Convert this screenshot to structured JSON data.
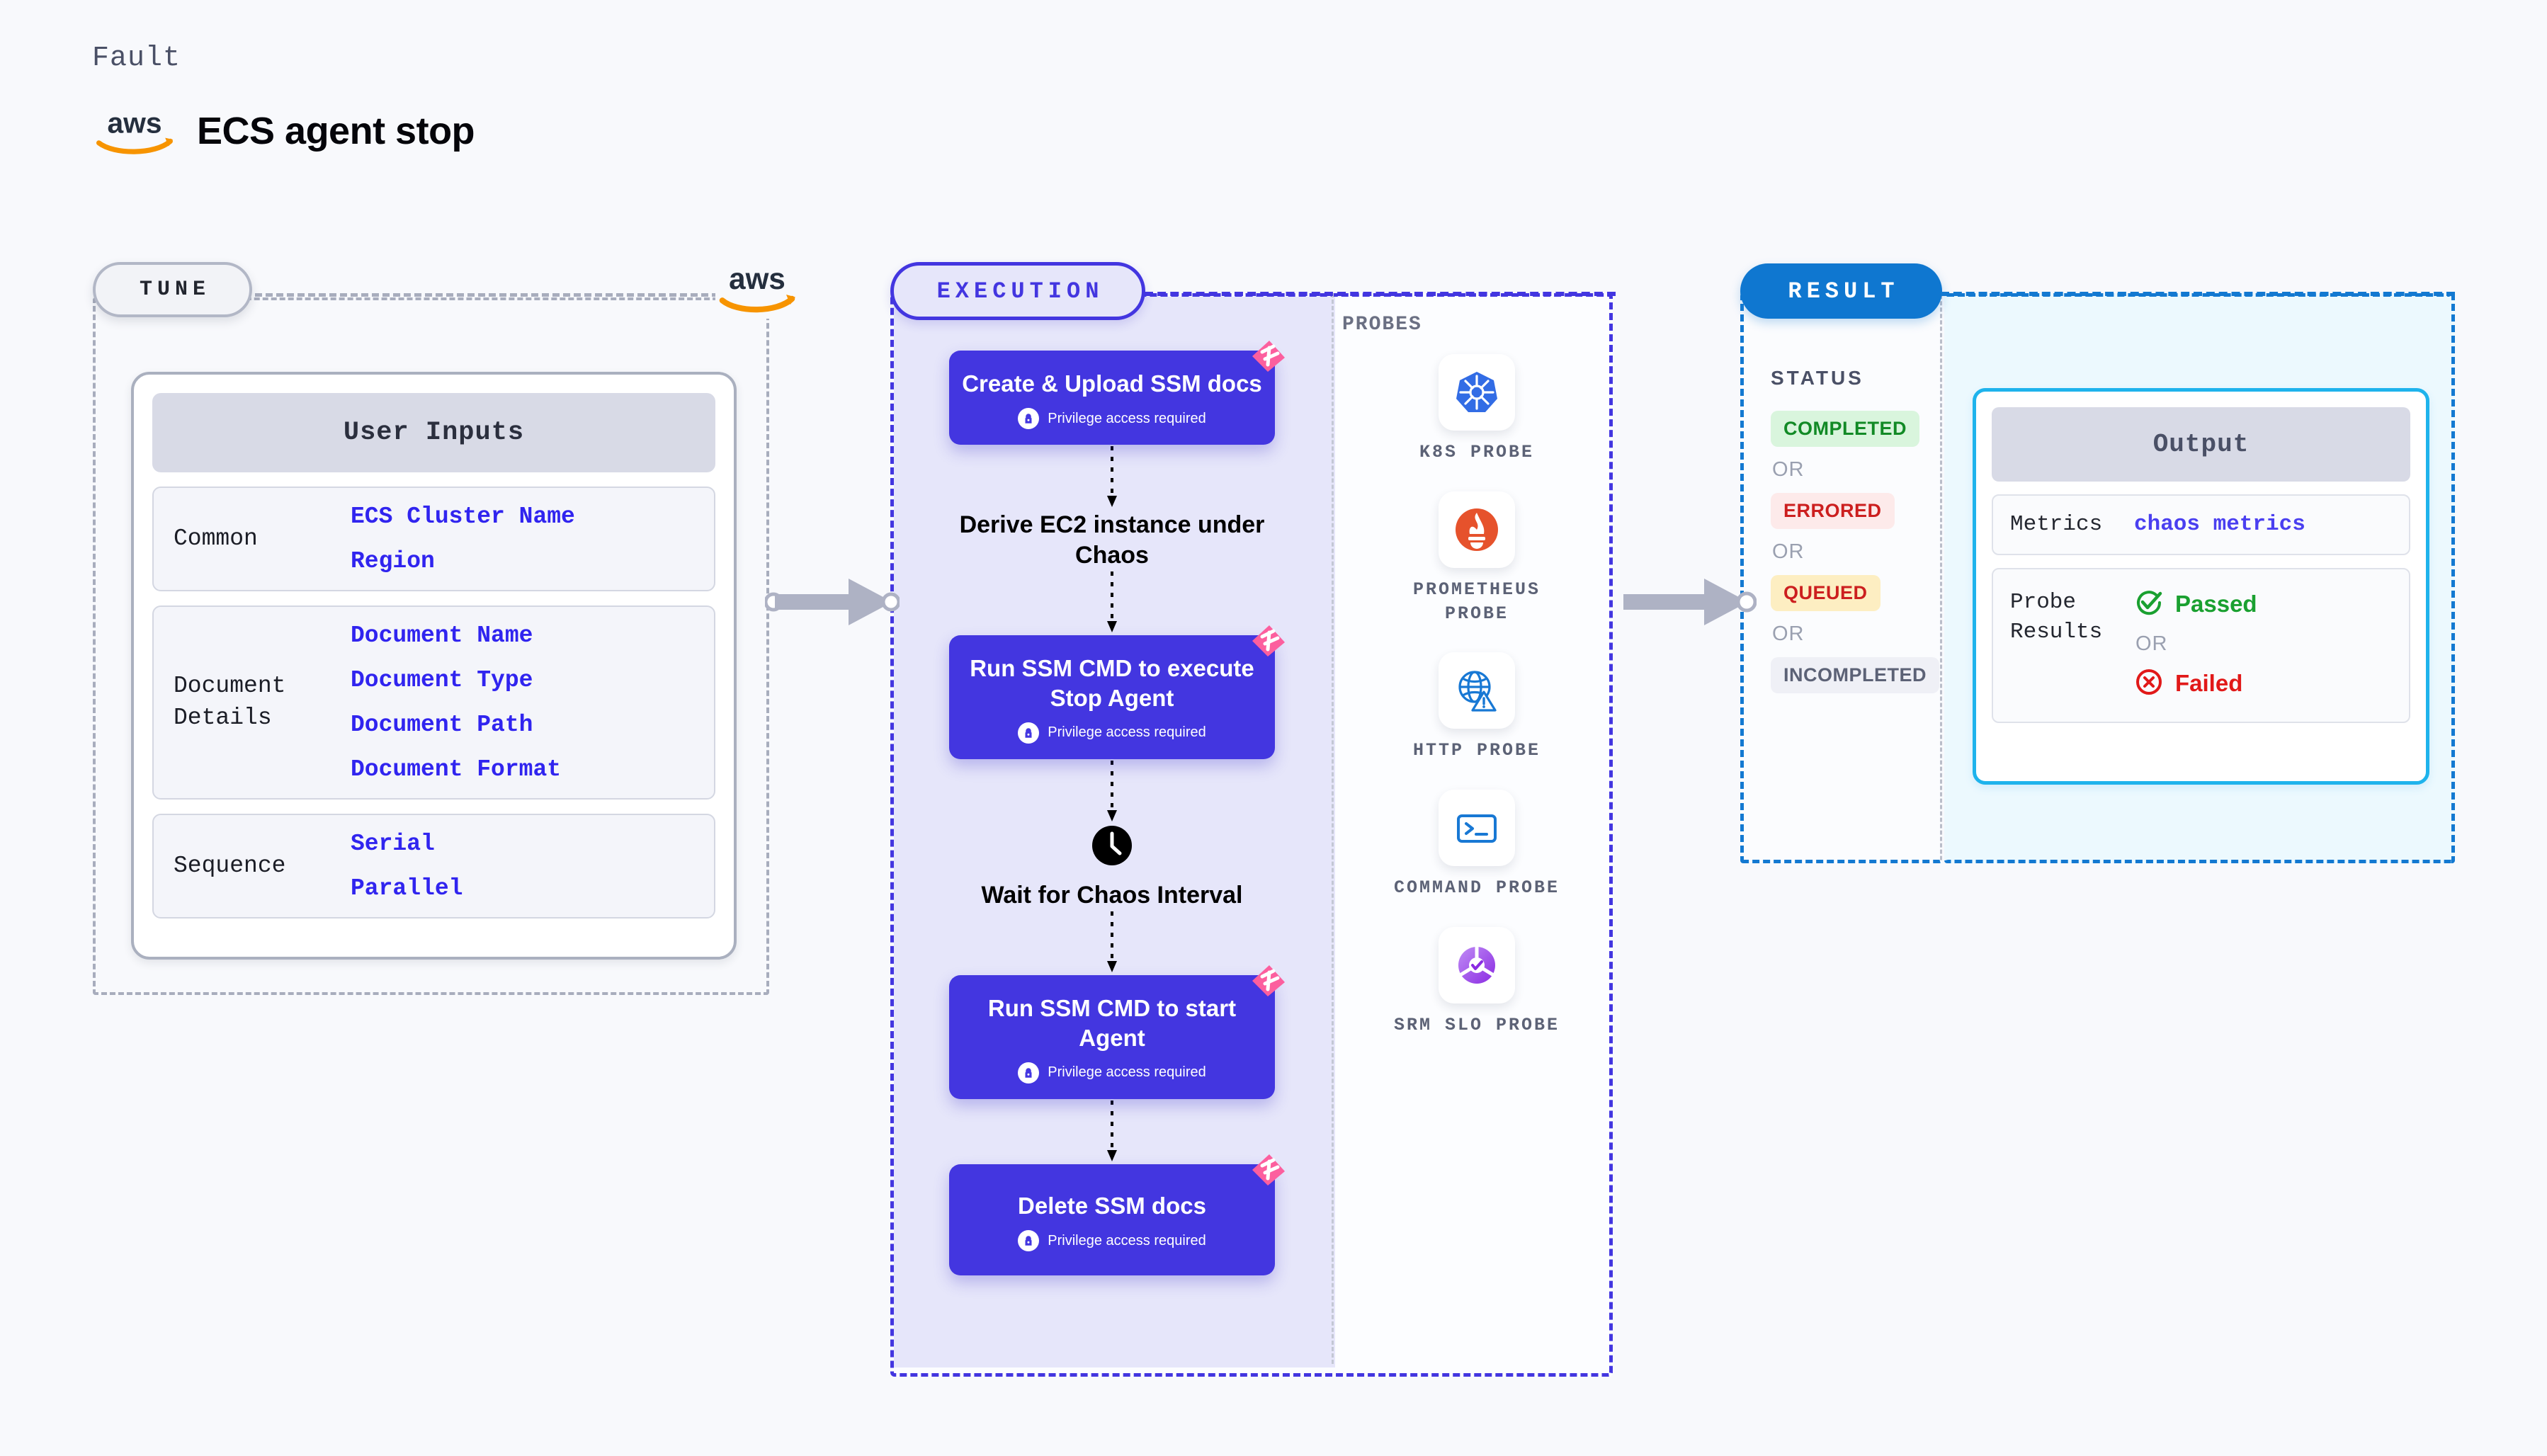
{
  "header": {
    "fault_label": "Fault",
    "title": "ECS agent stop",
    "aws_logo": "aws-logo"
  },
  "tune": {
    "pill_label": "TUNE",
    "aws_logo": "aws-logo",
    "card_title": "User Inputs",
    "groups": [
      {
        "label": "Common",
        "values": [
          "ECS Cluster Name",
          "Region"
        ]
      },
      {
        "label": "Document Details",
        "values": [
          "Document Name",
          "Document Type",
          "Document Path",
          "Document Format"
        ]
      },
      {
        "label": "Sequence",
        "values": [
          "Serial",
          "Parallel"
        ]
      }
    ]
  },
  "execution": {
    "pill_label": "EXECUTION",
    "privilege_text": "Privilege access required",
    "steps": [
      {
        "type": "node",
        "title": "Create & Upload SSM docs",
        "privileged": true,
        "badge": "litmus-badge-icon"
      },
      {
        "type": "plain",
        "title": "Derive EC2 instance under Chaos",
        "icon": null
      },
      {
        "type": "node",
        "title": "Run SSM CMD to execute Stop Agent",
        "privileged": true,
        "badge": "litmus-badge-icon"
      },
      {
        "type": "plain",
        "title": "Wait for Chaos Interval",
        "icon": "clock-icon"
      },
      {
        "type": "node",
        "title": "Run SSM CMD to start Agent",
        "privileged": true,
        "badge": "litmus-badge-icon"
      },
      {
        "type": "node",
        "title": "Delete SSM docs",
        "privileged": true,
        "badge": "litmus-badge-icon"
      }
    ]
  },
  "probes": {
    "section_label": "PROBES",
    "items": [
      {
        "label": "K8S PROBE",
        "icon": "kubernetes-icon"
      },
      {
        "label": "PROMETHEUS PROBE",
        "icon": "prometheus-icon"
      },
      {
        "label": "HTTP PROBE",
        "icon": "http-globe-icon"
      },
      {
        "label": "COMMAND PROBE",
        "icon": "terminal-icon"
      },
      {
        "label": "SRM SLO PROBE",
        "icon": "srm-slo-icon"
      }
    ]
  },
  "result": {
    "pill_label": "RESULT",
    "status_label": "STATUS",
    "or_text": "OR",
    "statuses": [
      {
        "label": "COMPLETED",
        "bg": "#d9f5dd",
        "fg": "#128a26"
      },
      {
        "label": "ERRORED",
        "bg": "#fdeaea",
        "fg": "#cc1f1f"
      },
      {
        "label": "QUEUED",
        "bg": "#fdeec2",
        "fg": "#cc1f1f"
      },
      {
        "label": "INCOMPLETED",
        "bg": "#eff0f6",
        "fg": "#5c6276"
      }
    ],
    "output": {
      "title": "Output",
      "metrics_label": "Metrics",
      "metrics_value": "chaos metrics",
      "probe_results_label": "Probe Results",
      "passed_label": "Passed",
      "failed_label": "Failed",
      "or_text": "OR"
    }
  },
  "colors": {
    "accent_purple": "#4336e0",
    "accent_blue": "#0f77d0",
    "accent_cyan": "#1eb3ec",
    "pink_badge": "#fc5f9e",
    "pass_green": "#1aa030",
    "fail_red": "#e11919",
    "aws_orange": "#f79400"
  }
}
